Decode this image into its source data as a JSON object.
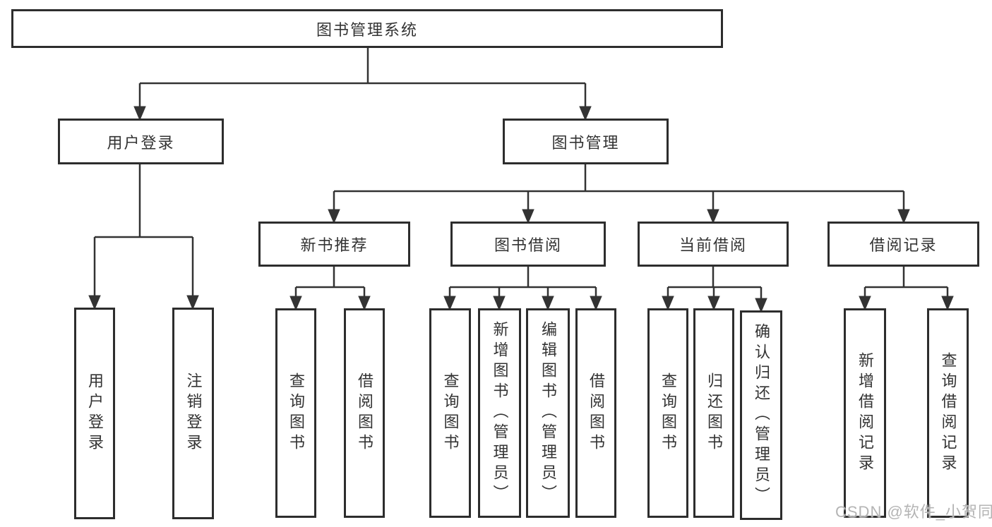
{
  "colors": {
    "line": "#333333",
    "box_border": "#2d2d2d",
    "text": "#333333",
    "background": "#ffffff",
    "watermark": "#b4b4b4"
  },
  "nodes": {
    "root": "图书管理系统",
    "branches": {
      "user_login": {
        "label": "用户登录",
        "children": [
          "用户登录",
          "注销登录"
        ]
      },
      "book_management": {
        "label": "图书管理",
        "children": {
          "new_book_recommend": {
            "label": "新书推荐",
            "children": [
              "查询图书",
              "借阅图书"
            ]
          },
          "book_borrow": {
            "label": "图书借阅",
            "children": [
              "查询图书",
              "新增图书（管理员）",
              "编辑图书（管理员）",
              "借阅图书"
            ]
          },
          "current_borrow": {
            "label": "当前借阅",
            "children": [
              "查询图书",
              "归还图书",
              "确认归还（管理员）"
            ]
          },
          "borrow_records": {
            "label": "借阅记录",
            "children": [
              "新增借阅记录",
              "查询借阅记录"
            ]
          }
        }
      }
    }
  },
  "watermark": {
    "text": "CSDN @软件_小贺同学"
  }
}
